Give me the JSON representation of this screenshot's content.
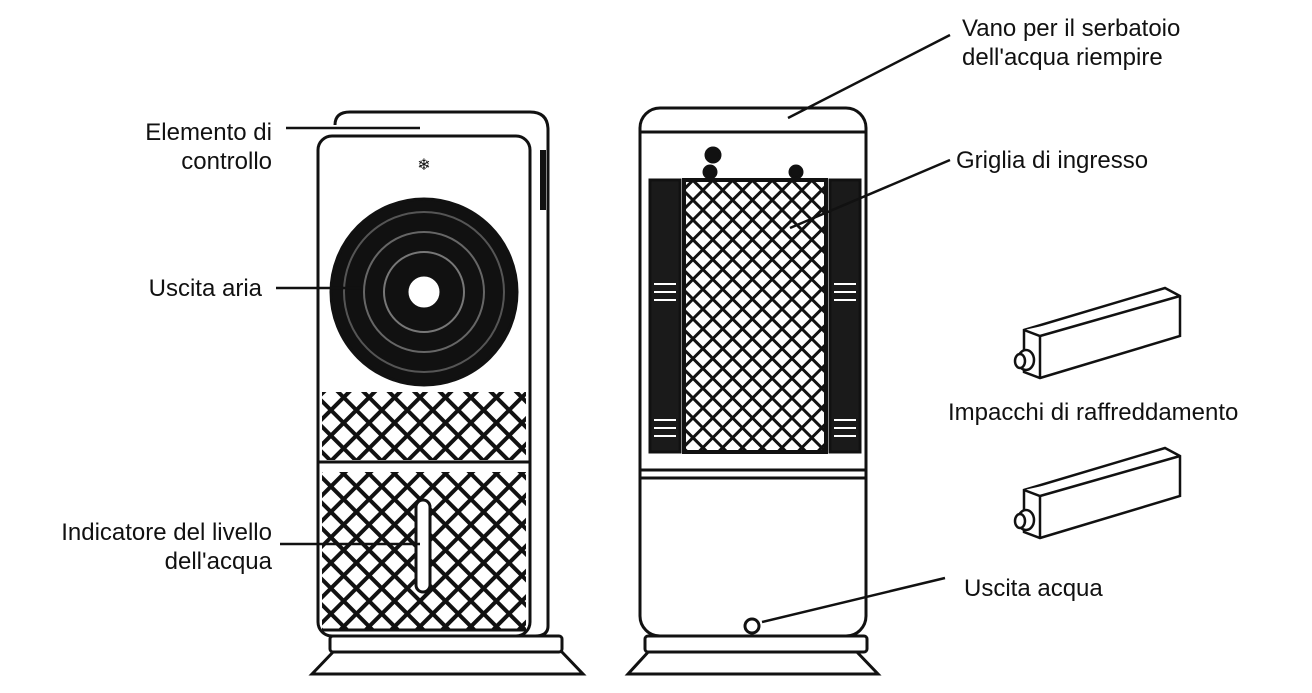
{
  "labels": {
    "control_element": [
      "Elemento di",
      "controllo"
    ],
    "air_outlet": "Uscita aria",
    "water_level_indicator": [
      "Indicatore del livello",
      "dell'acqua"
    ],
    "water_tank_compartment": [
      "Vano per il serbatoio",
      "dell'acqua riempire"
    ],
    "inlet_grille": "Griglia di ingresso",
    "cooling_packs": "Impacchi di raffreddamento",
    "water_outlet": "Uscita acqua"
  },
  "colors": {
    "line": "#111111",
    "fill_dark": "#1a1a1a",
    "background": "#ffffff"
  }
}
